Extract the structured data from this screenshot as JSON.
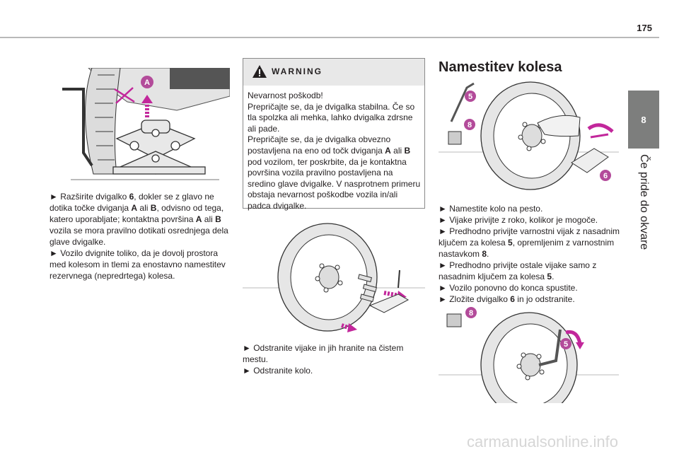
{
  "page": {
    "number": "175",
    "chapter_number": "8",
    "chapter_title": "Če pride do okvare"
  },
  "left": {
    "callout_label": "A",
    "text_lines": [
      [
        {
          "t": "► Razširite dvigalko "
        },
        {
          "t": "6",
          "b": true
        },
        {
          "t": ", dokler se z glavo ne"
        }
      ],
      [
        {
          "t": "dotika točke dviganja "
        },
        {
          "t": "A",
          "b": true
        },
        {
          "t": " ali "
        },
        {
          "t": "B",
          "b": true
        },
        {
          "t": ", odvisno od tega,"
        }
      ],
      [
        {
          "t": "katero uporabljate; kontaktna površina "
        },
        {
          "t": "A",
          "b": true
        },
        {
          "t": " ali "
        },
        {
          "t": "B",
          "b": true
        }
      ],
      [
        {
          "t": "vozila se mora pravilno dotikati osrednjega dela"
        }
      ],
      [
        {
          "t": "glave dvigalke."
        }
      ],
      [
        {
          "t": "► Vozilo dvignite toliko, da je dovolj prostora"
        }
      ],
      [
        {
          "t": "med kolesom in tlemi za enostavno namestitev"
        }
      ],
      [
        {
          "t": "rezervnega (nepredrtega) kolesa."
        }
      ]
    ]
  },
  "middle": {
    "warning_title": "WARNING",
    "warning_lines": [
      [
        {
          "t": "Nevarnost poškodb!"
        }
      ],
      [
        {
          "t": "Prepričajte se, da je dvigalka stabilna. Če so"
        }
      ],
      [
        {
          "t": "tla spolzka ali mehka, lahko dvigalka zdrsne"
        }
      ],
      [
        {
          "t": "ali pade."
        }
      ],
      [
        {
          "t": "Prepričajte se, da je dvigalka obvezno"
        }
      ],
      [
        {
          "t": "postavljena na eno od točk dviganja "
        },
        {
          "t": "A",
          "b": true
        },
        {
          "t": " ali "
        },
        {
          "t": "B",
          "b": true
        }
      ],
      [
        {
          "t": "pod vozilom, ter poskrbite, da je kontaktna"
        }
      ],
      [
        {
          "t": "površina vozila pravilno postavljena na"
        }
      ],
      [
        {
          "t": "sredino glave dvigalke. V nasprotnem primeru"
        }
      ],
      [
        {
          "t": "obstaja nevarnost poškodbe vozila in/ali"
        }
      ],
      [
        {
          "t": "padca dvigalke."
        }
      ]
    ],
    "text_lines": [
      [
        {
          "t": "► Odstranite vijake in jih hranite na čistem"
        }
      ],
      [
        {
          "t": "mestu."
        }
      ],
      [
        {
          "t": "► Odstranite kolo."
        }
      ]
    ]
  },
  "right": {
    "title": "Namestitev kolesa",
    "fig1_labels": [
      "5",
      "8",
      "6"
    ],
    "fig2_labels": [
      "8",
      "5"
    ],
    "text_lines": [
      [
        {
          "t": "► Namestite kolo na pesto."
        }
      ],
      [
        {
          "t": "► Vijake privijte z roko, kolikor je mogoče."
        }
      ],
      [
        {
          "t": "► Predhodno privijte varnostni vijak z nasadnim"
        }
      ],
      [
        {
          "t": "ključem za kolesa "
        },
        {
          "t": "5",
          "b": true
        },
        {
          "t": ", opremljenim z varnostnim"
        }
      ],
      [
        {
          "t": "nastavkom "
        },
        {
          "t": "8",
          "b": true
        },
        {
          "t": "."
        }
      ],
      [
        {
          "t": "► Predhodno privijte ostale vijake samo z"
        }
      ],
      [
        {
          "t": "nasadnim ključem za kolesa "
        },
        {
          "t": "5",
          "b": true
        },
        {
          "t": "."
        }
      ],
      [
        {
          "t": "► Vozilo ponovno do konca spustite."
        }
      ],
      [
        {
          "t": "► Zložite dvigalko "
        },
        {
          "t": "6",
          "b": true
        },
        {
          "t": " in jo odstranite."
        }
      ]
    ]
  },
  "footer": {
    "watermark": "carmanualsonline.info"
  },
  "colors": {
    "callout": "#b34b9a",
    "arrow": "#c2279b",
    "side_tab": "#7d7e7d",
    "warning_header": "#e8e8e8"
  }
}
